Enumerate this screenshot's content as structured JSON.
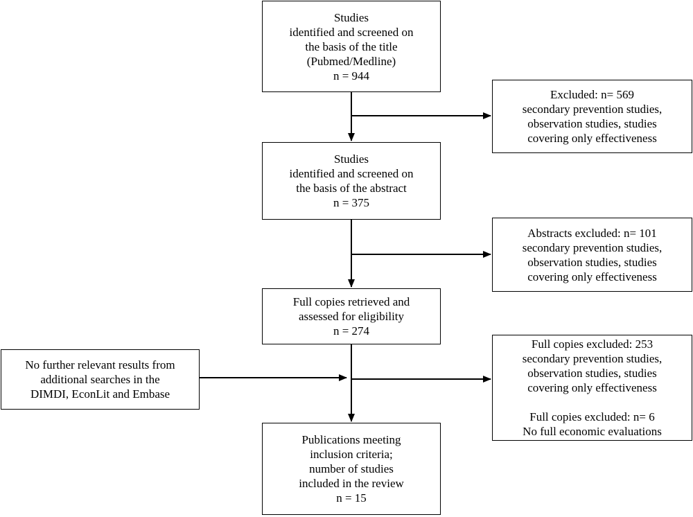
{
  "flow": {
    "title_screen": {
      "lines": [
        "Studies",
        "identified and screened on",
        "the basis of the title",
        "(Pubmed/Medline)",
        "n = 944"
      ]
    },
    "abstract_screen": {
      "lines": [
        "Studies",
        "identified and screened on",
        "the basis of the abstract",
        "n = 375"
      ]
    },
    "full_copies": {
      "lines": [
        "Full copies retrieved and",
        "assessed for eligibility",
        "n = 274"
      ]
    },
    "included": {
      "lines": [
        "Publications meeting",
        "inclusion criteria;",
        "number of studies",
        "included in the review",
        "n = 15"
      ]
    }
  },
  "exclusions": {
    "title_excluded": {
      "lines": [
        "Excluded: n= 569",
        "secondary prevention studies,",
        "observation studies, studies",
        "covering only effectiveness"
      ]
    },
    "abstract_excluded": {
      "lines": [
        "Abstracts excluded: n= 101",
        "secondary prevention studies,",
        "observation studies, studies",
        "covering only effectiveness"
      ]
    },
    "full_excluded": {
      "lines": [
        "Full copies excluded: 253",
        "secondary prevention studies,",
        "observation studies, studies",
        "covering only effectiveness"
      ],
      "lines_2": [
        "Full copies excluded: n= 6",
        "No full economic evaluations"
      ]
    }
  },
  "additional_search": {
    "lines": [
      "No further relevant results from",
      "additional searches in the",
      "DIMDI, EconLit and Embase"
    ]
  }
}
